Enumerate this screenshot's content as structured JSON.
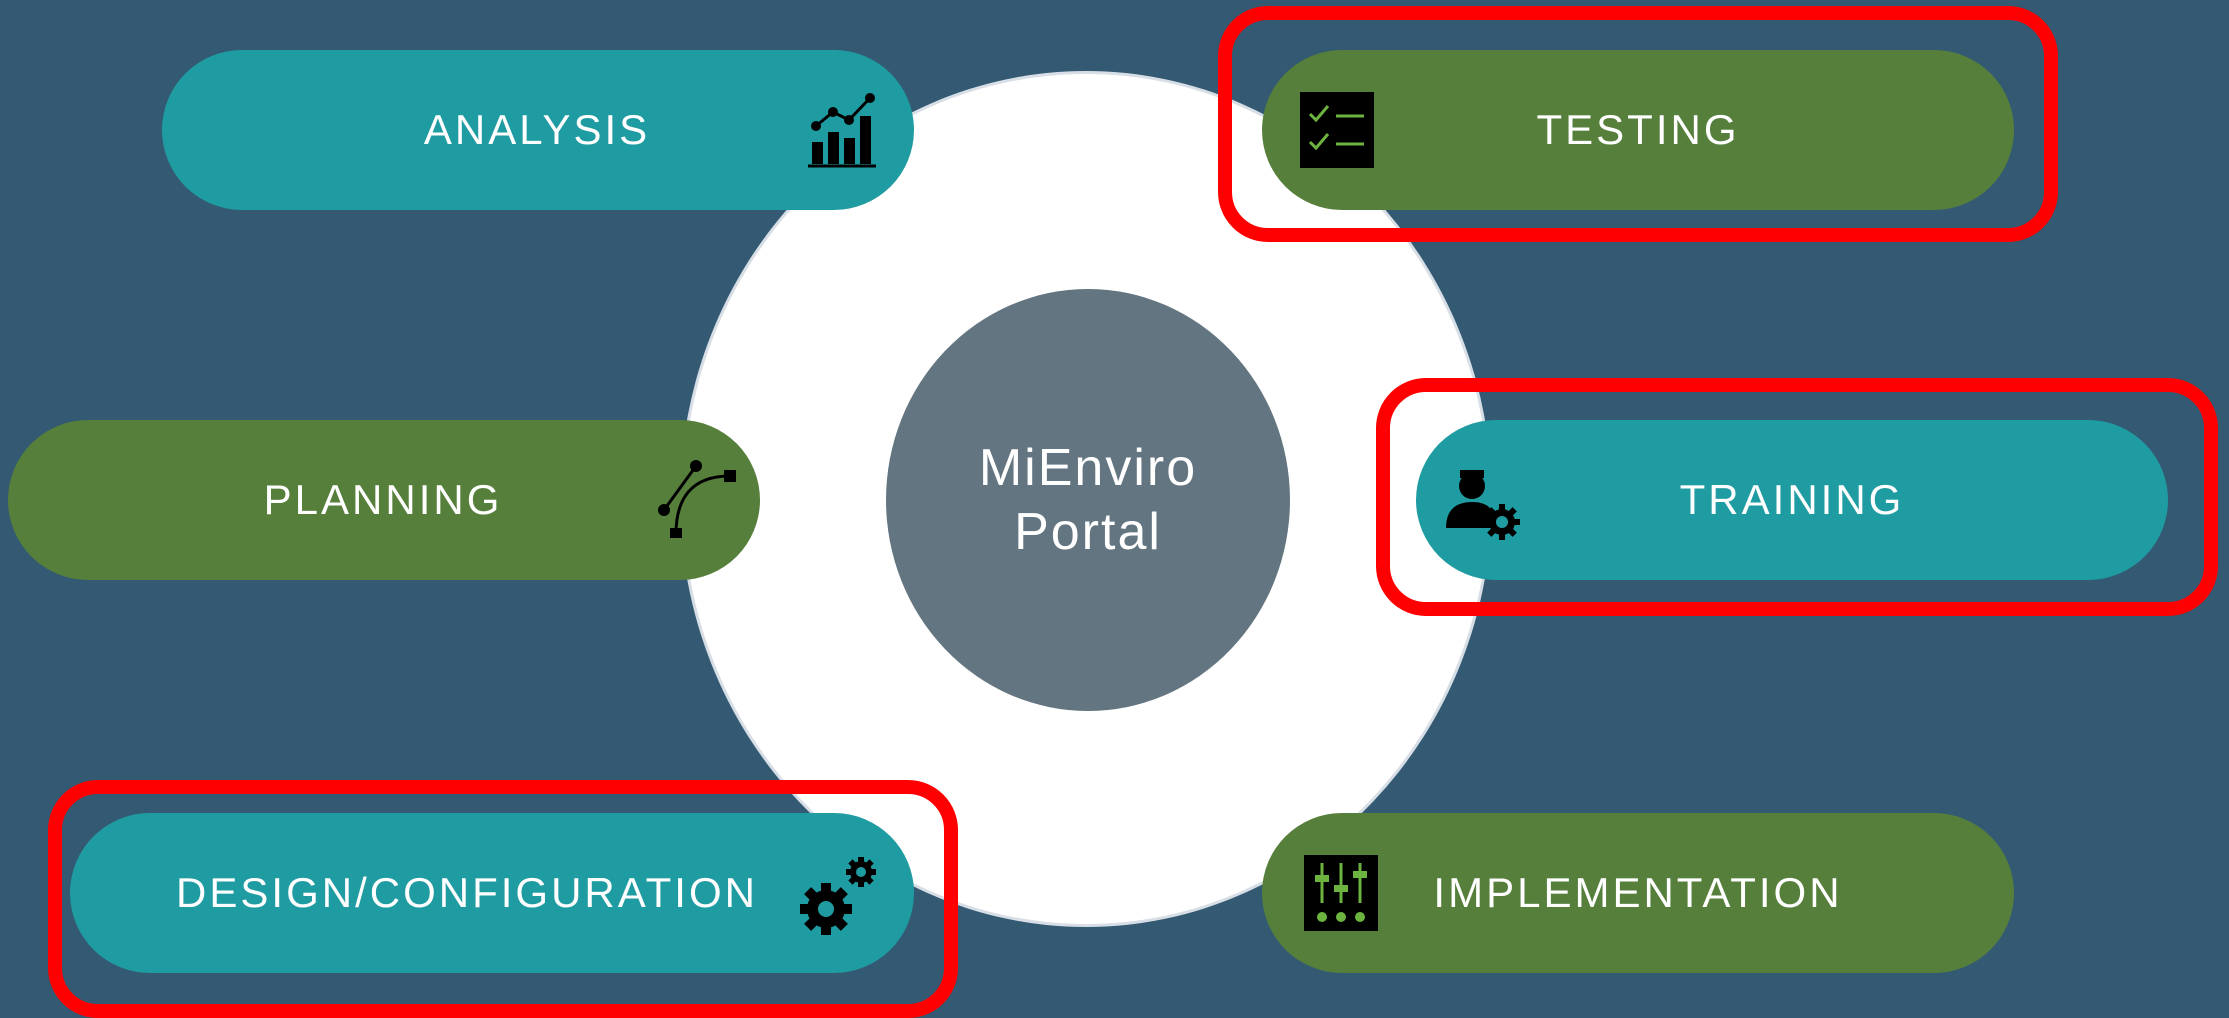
{
  "center": {
    "line1": "MiEnviro",
    "line2": "Portal"
  },
  "stages": {
    "analysis": {
      "label": "ANALYSIS",
      "icon": "bar-chart-trend-icon",
      "color": "#1f9ca2"
    },
    "testing": {
      "label": "TESTING",
      "icon": "checklist-icon",
      "color": "#567f3b"
    },
    "planning": {
      "label": "PLANNING",
      "icon": "bezier-path-icon",
      "color": "#567f3b"
    },
    "training": {
      "label": "TRAINING",
      "icon": "user-gear-icon",
      "color": "#1f9ca2"
    },
    "design": {
      "label": "DESIGN/CONFIGURATION",
      "icon": "gears-icon",
      "color": "#1f9ca2"
    },
    "implementation": {
      "label": "IMPLEMENTATION",
      "icon": "sliders-icon",
      "color": "#567f3b"
    }
  },
  "highlighted": [
    "testing",
    "training",
    "design"
  ],
  "highlight_color": "#ff0000"
}
